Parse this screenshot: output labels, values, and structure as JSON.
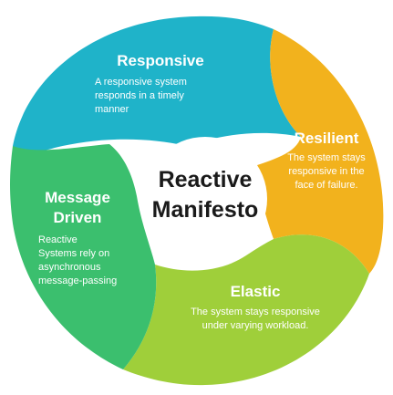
{
  "center": {
    "line1": "Reactive",
    "line2": "Manifesto"
  },
  "segments": {
    "responsive": {
      "title": "Responsive",
      "lines": [
        "A      responsive      system",
        "responds    in    a    timely",
        "manner"
      ],
      "color": "#1fb3c9"
    },
    "resilient": {
      "title": "Resilient",
      "lines": [
        "The system stays",
        "responsive in the",
        "face of failure."
      ],
      "color": "#f2b21d"
    },
    "elastic": {
      "title": "Elastic",
      "lines": [
        "The system stays responsive",
        "under varying workload."
      ],
      "color": "#9fcf3a"
    },
    "message_driven": {
      "title_line1": "Message",
      "title_line2": "Driven",
      "lines": [
        "Reactive",
        "Systems rely on",
        "asynchronous",
        "message-passing"
      ],
      "color": "#3bbf6e"
    }
  }
}
